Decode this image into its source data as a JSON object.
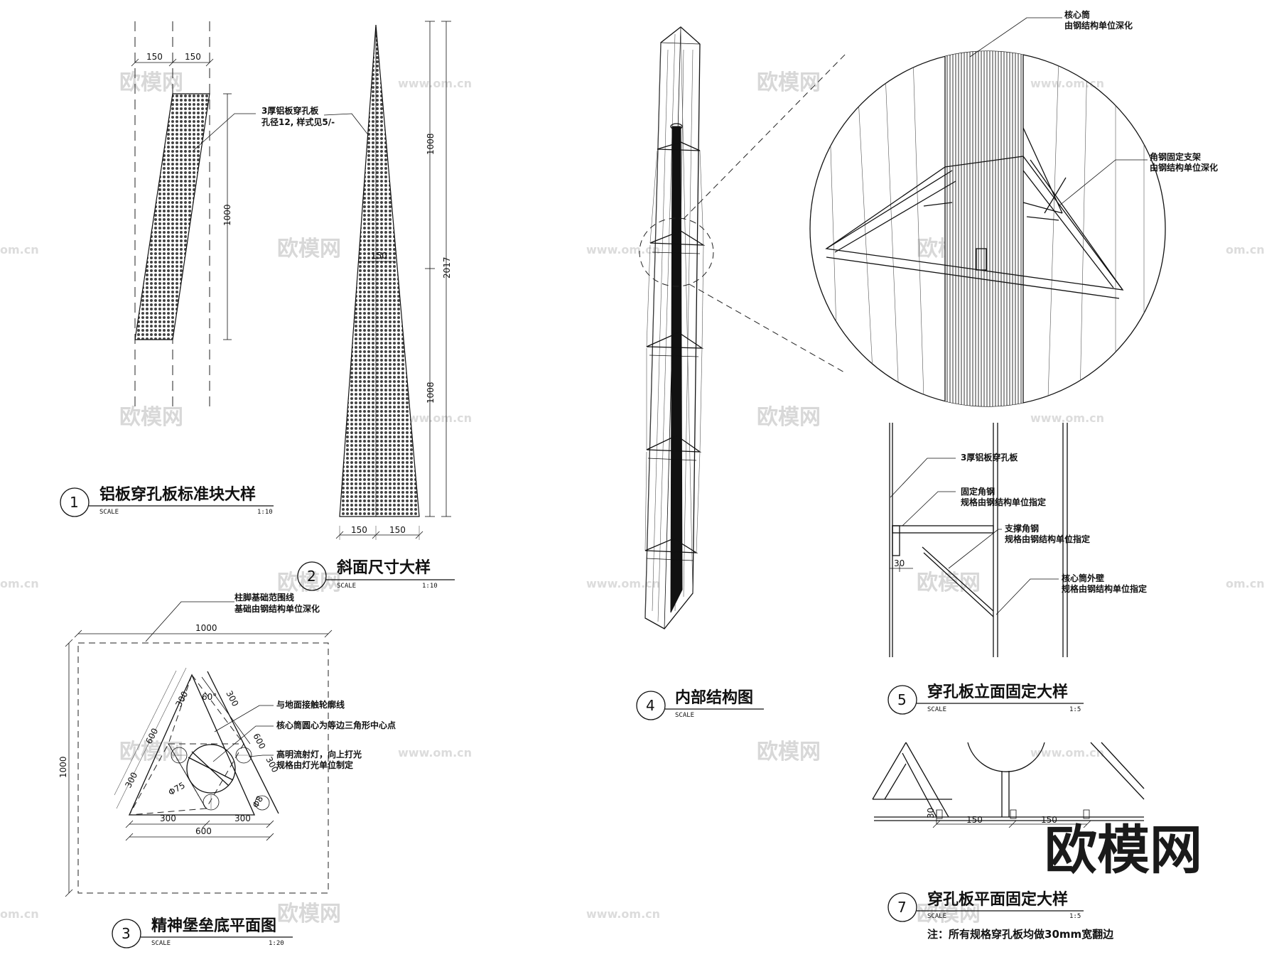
{
  "watermarks": {
    "brand": "欧模网",
    "site": "www.om.cn",
    "site_short": "om.cn",
    "corner": "欧模网"
  },
  "detail1": {
    "number": "1",
    "title": "铝板穿孔板标准块大样",
    "scale_label": "SCALE",
    "scale": "1:10",
    "dim_left": "150",
    "dim_right": "150",
    "dim_height": "1000",
    "note_line1": "3厚铝板穿孔板",
    "note_line2": "孔径12, 样式见5/-"
  },
  "detail2": {
    "number": "2",
    "title": "斜面尺寸大样",
    "scale_label": "SCALE",
    "scale": "1:10",
    "dim_upper": "1008",
    "dim_lower": "1008",
    "dim_total": "2017",
    "dim_mid": "150",
    "dim_bottom_left": "150",
    "dim_bottom_right": "150"
  },
  "detail3": {
    "number": "3",
    "title": "精神堡垒底平面图",
    "scale_label": "SCALE",
    "scale": "1:20",
    "note_foundation_1": "柱脚基础范围线",
    "note_foundation_2": "基础由钢结构单位深化",
    "note_contact": "与地面接触轮廓线",
    "note_core": "核心筒圆心为等边三角形中心点",
    "note_light_1": "高明流射灯，向上打光",
    "note_light_2": "规格由灯光单位制定",
    "dim_top": "1000",
    "dim_left": "1000",
    "dim_600_a": "600",
    "dim_300_a": "300",
    "dim_300_b": "300",
    "dim_300_c": "300",
    "dim_600_b": "600",
    "dim_300_d": "300",
    "dim_300_e": "300",
    "dim_300_f": "300",
    "dim_600_c": "600",
    "angle": "60°",
    "dim_phi": "Φ75",
    "dim_phi_small": "Φ8"
  },
  "detail4": {
    "number": "4",
    "title": "内部结构图",
    "scale_label": "SCALE",
    "note_core_1": "核心筒",
    "note_core_2": "由钢结构单位深化",
    "note_bracket_1": "角钢固定支架",
    "note_bracket_2": "由钢结构单位深化"
  },
  "detail5": {
    "number": "5",
    "title": "穿孔板立面固定大样",
    "scale_label": "SCALE",
    "scale": "1:5",
    "note_panel": "3厚铝板穿孔板",
    "note_fix_1": "固定角钢",
    "note_fix_2": "规格由钢结构单位指定",
    "note_support_1": "支撑角钢",
    "note_support_2": "规格由钢结构单位指定",
    "note_wall_1": "核心筒外壁",
    "note_wall_2": "规格由钢结构单位指定",
    "dim_30": "30"
  },
  "detail7": {
    "number": "7",
    "title": "穿孔板平面固定大样",
    "scale_label": "SCALE",
    "scale": "1:5",
    "note": "注：所有规格穿孔板均做30mm宽翻边",
    "dim_30": "30",
    "dim_150_a": "150",
    "dim_150_b": "150"
  }
}
